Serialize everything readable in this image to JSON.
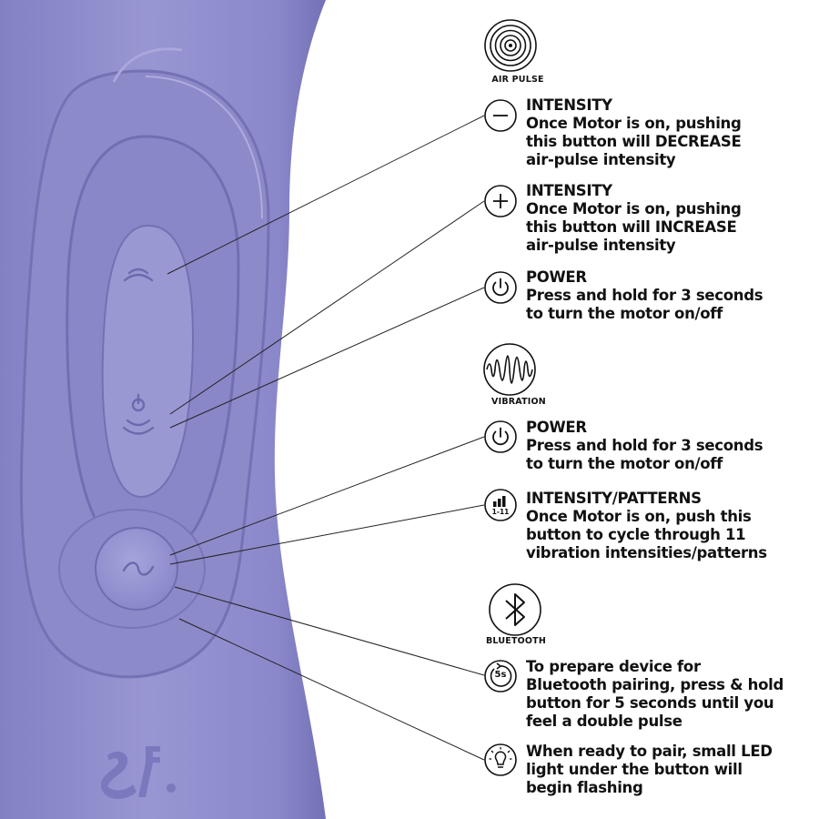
{
  "sections": {
    "air_pulse": "AIR PULSE",
    "vibration": "VIBRATION",
    "bluetooth": "BLUETOOTH"
  },
  "entries": [
    {
      "icon": "minus-circle-icon",
      "title": "INTENSITY",
      "lines": [
        "Once Motor is on, pushing",
        "this button will DECREASE",
        "air-pulse intensity"
      ]
    },
    {
      "icon": "plus-circle-icon",
      "title": "INTENSITY",
      "lines": [
        "Once Motor is on, pushing",
        "this button will INCREASE",
        "air-pulse intensity"
      ]
    },
    {
      "icon": "power-icon",
      "title": "POWER",
      "lines": [
        "Press and hold for 3 seconds",
        "to turn the motor on/off"
      ]
    },
    {
      "icon": "power-icon",
      "title": "POWER",
      "lines": [
        "Press and hold for 3 seconds",
        "to turn the motor on/off"
      ]
    },
    {
      "icon": "intensity-bars-icon",
      "icon_label": "1-11",
      "title": "INTENSITY/PATTERNS",
      "lines": [
        "Once Motor is on, push this",
        "button to cycle through 11",
        "vibration intensities/patterns"
      ]
    },
    {
      "icon": "timer-5s-icon",
      "icon_label": "5s",
      "title": "",
      "lines": [
        "To prepare device for",
        "Bluetooth pairing, press & hold",
        "button for 5 seconds until you",
        "feel a double pulse"
      ]
    },
    {
      "icon": "lightbulb-icon",
      "title": "",
      "lines": [
        "When ready to pair, small LED",
        "light under the button will",
        "begin flashing"
      ]
    }
  ],
  "colors": {
    "device": "#8e8ccc",
    "device_shadow": "#6e6ab0",
    "device_light": "#a9a7dc",
    "text": "#111111"
  }
}
